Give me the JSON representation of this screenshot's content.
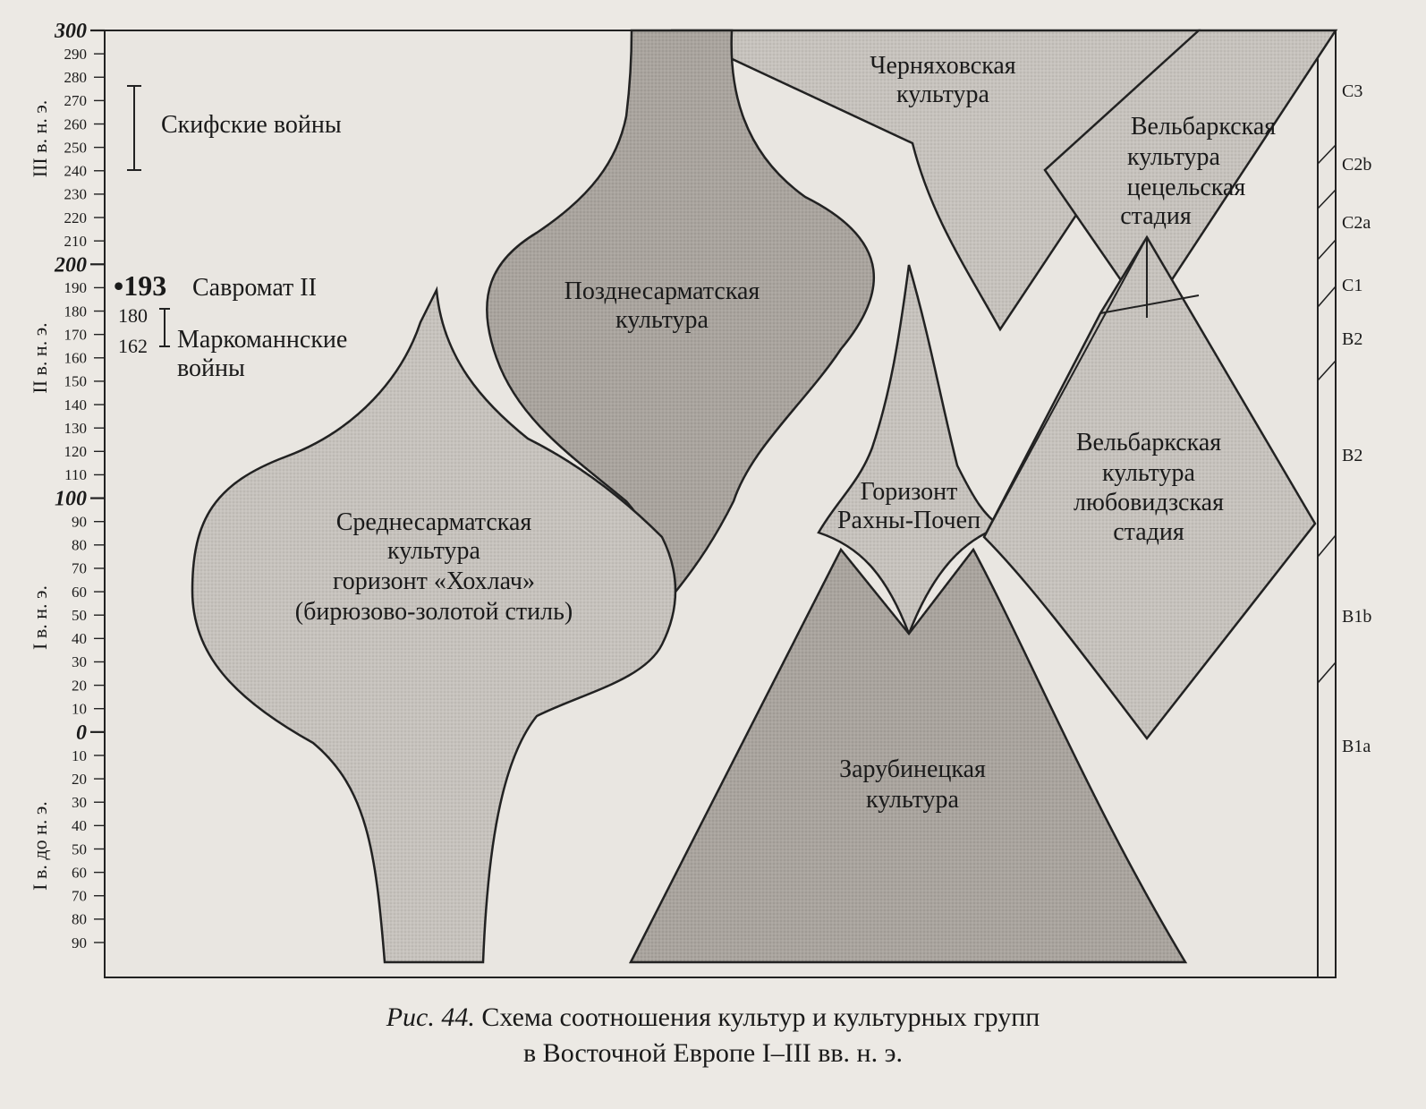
{
  "axis": {
    "major": [
      {
        "value": 300,
        "label": "300"
      },
      {
        "value": 200,
        "label": "200"
      },
      {
        "value": 100,
        "label": "100"
      },
      {
        "value": 0,
        "label": "0"
      }
    ],
    "minor": [
      {
        "value": 290,
        "label": "290"
      },
      {
        "value": 280,
        "label": "280"
      },
      {
        "value": 270,
        "label": "270"
      },
      {
        "value": 260,
        "label": "260"
      },
      {
        "value": 250,
        "label": "250"
      },
      {
        "value": 240,
        "label": "240"
      },
      {
        "value": 230,
        "label": "230"
      },
      {
        "value": 220,
        "label": "220"
      },
      {
        "value": 210,
        "label": "210"
      },
      {
        "value": 190,
        "label": "190"
      },
      {
        "value": 180,
        "label": "180"
      },
      {
        "value": 170,
        "label": "170"
      },
      {
        "value": 160,
        "label": "160"
      },
      {
        "value": 150,
        "label": "150"
      },
      {
        "value": 140,
        "label": "140"
      },
      {
        "value": 130,
        "label": "130"
      },
      {
        "value": 120,
        "label": "120"
      },
      {
        "value": 110,
        "label": "110"
      },
      {
        "value": 90,
        "label": "90"
      },
      {
        "value": 80,
        "label": "80"
      },
      {
        "value": 70,
        "label": "70"
      },
      {
        "value": 60,
        "label": "60"
      },
      {
        "value": 50,
        "label": "50"
      },
      {
        "value": 40,
        "label": "40"
      },
      {
        "value": 30,
        "label": "30"
      },
      {
        "value": 20,
        "label": "20"
      },
      {
        "value": 10,
        "label": "10"
      },
      {
        "value": -10,
        "label": "10"
      },
      {
        "value": -20,
        "label": "20"
      },
      {
        "value": -30,
        "label": "30"
      },
      {
        "value": -40,
        "label": "40"
      },
      {
        "value": -50,
        "label": "50"
      },
      {
        "value": -60,
        "label": "60"
      },
      {
        "value": -70,
        "label": "70"
      },
      {
        "value": -80,
        "label": "80"
      },
      {
        "value": -90,
        "label": "90"
      }
    ],
    "centuries": [
      "III в. н. э.",
      "II в. н. э.",
      "I в. н. э.",
      "I в. до н. э."
    ]
  },
  "events": {
    "scythian_wars": "Скифские войны",
    "sauromates_year": "•193",
    "sauromates_name": "Савромат II",
    "marcomannic_start": "162",
    "marcomannic_end": "180",
    "marcomannic_line1": "Маркоманнские",
    "marcomannic_line2": "войны"
  },
  "cultures": {
    "chernyakhov": [
      "Черняховская",
      "культура"
    ],
    "late_sarmatian": [
      "Позднесарматская",
      "культура"
    ],
    "middle_sarmatian": [
      "Среднесарматская",
      "культура",
      "горизонт «Хохлач»",
      "(бирюзово-золотой стиль)"
    ],
    "rakhny": [
      "Горизонт",
      "Рахны-Почеп"
    ],
    "zarubintsy": [
      "Зарубинецкая",
      "культура"
    ],
    "wielbark_tsetsel": [
      "Вельбаркская",
      "культура",
      "цецельская",
      "стадия"
    ],
    "wielbark_lyubovidsk": [
      "Вельбаркская",
      "культура",
      "любовидзская",
      "стадия"
    ]
  },
  "phases": [
    "C3",
    "C2b",
    "C2a",
    "C1",
    "B2",
    "B2",
    "B1b",
    "B1a"
  ],
  "caption": {
    "label": "Рис. 44.",
    "line1": " Схема соотношения культур и культурных групп",
    "line2": "в Восточной Европе I–III вв. н. э."
  }
}
